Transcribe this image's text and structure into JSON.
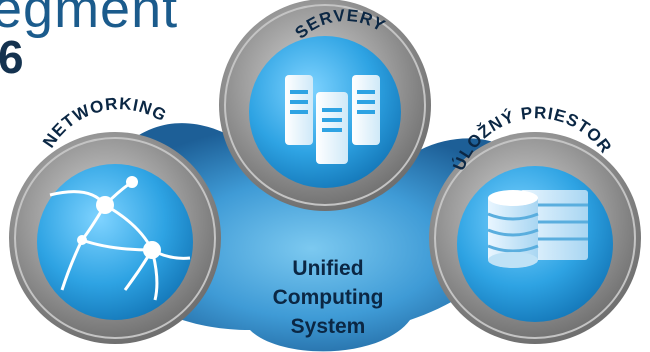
{
  "title": {
    "line1": "egment",
    "line2": "6"
  },
  "nodes": {
    "servery": {
      "label": "SERVERY"
    },
    "networking": {
      "label": "NETWORKING"
    },
    "storage": {
      "label": "ÚLOŽNÝ PRIESTOR"
    }
  },
  "center": {
    "line1": "Unified",
    "line2": "Computing",
    "line3": "System"
  },
  "colors": {
    "blob_dark": "#1d6ea8",
    "blob_light": "#55b2e4",
    "ring": "#8f8f8f",
    "label": "#0b2744",
    "icon_fill": "#1a9ad6"
  }
}
